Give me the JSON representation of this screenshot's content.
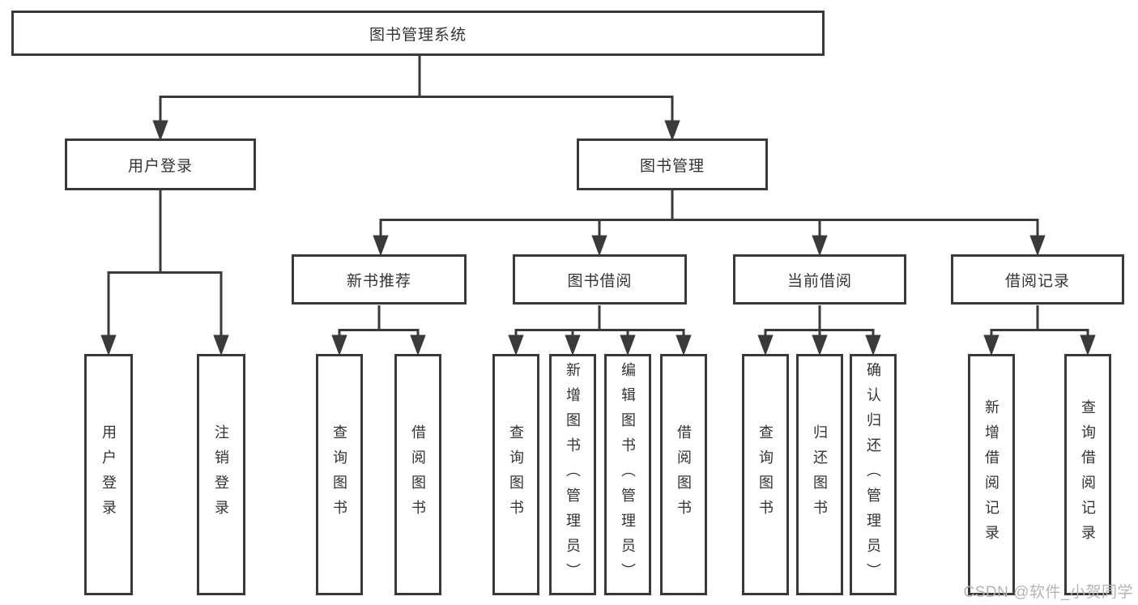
{
  "colors": {
    "line": "#3a3a3a",
    "text": "#333333",
    "background": "#ffffff",
    "watermark_text": "#b4b4b4"
  },
  "tree": {
    "root": {
      "label": "图书管理系统"
    },
    "level2": [
      {
        "label": "用户登录",
        "children": [
          {
            "label": "用户登录"
          },
          {
            "label": "注销登录"
          }
        ]
      },
      {
        "label": "图书管理",
        "children": [
          {
            "label": "新书推荐",
            "children": [
              {
                "label": "查询图书"
              },
              {
                "label": "借阅图书"
              }
            ]
          },
          {
            "label": "图书借阅",
            "children": [
              {
                "label": "查询图书"
              },
              {
                "label": "新增图书（管理员）"
              },
              {
                "label": "编辑图书（管理员）"
              },
              {
                "label": "借阅图书"
              }
            ]
          },
          {
            "label": "当前借阅",
            "children": [
              {
                "label": "查询图书"
              },
              {
                "label": "归还图书"
              },
              {
                "label": "确认归还（管理员）"
              }
            ]
          },
          {
            "label": "借阅记录",
            "children": [
              {
                "label": "新增借阅记录"
              },
              {
                "label": "查询借阅记录"
              }
            ]
          }
        ]
      }
    ]
  },
  "watermark": {
    "text": "CSDN @软件_小贺同学"
  }
}
